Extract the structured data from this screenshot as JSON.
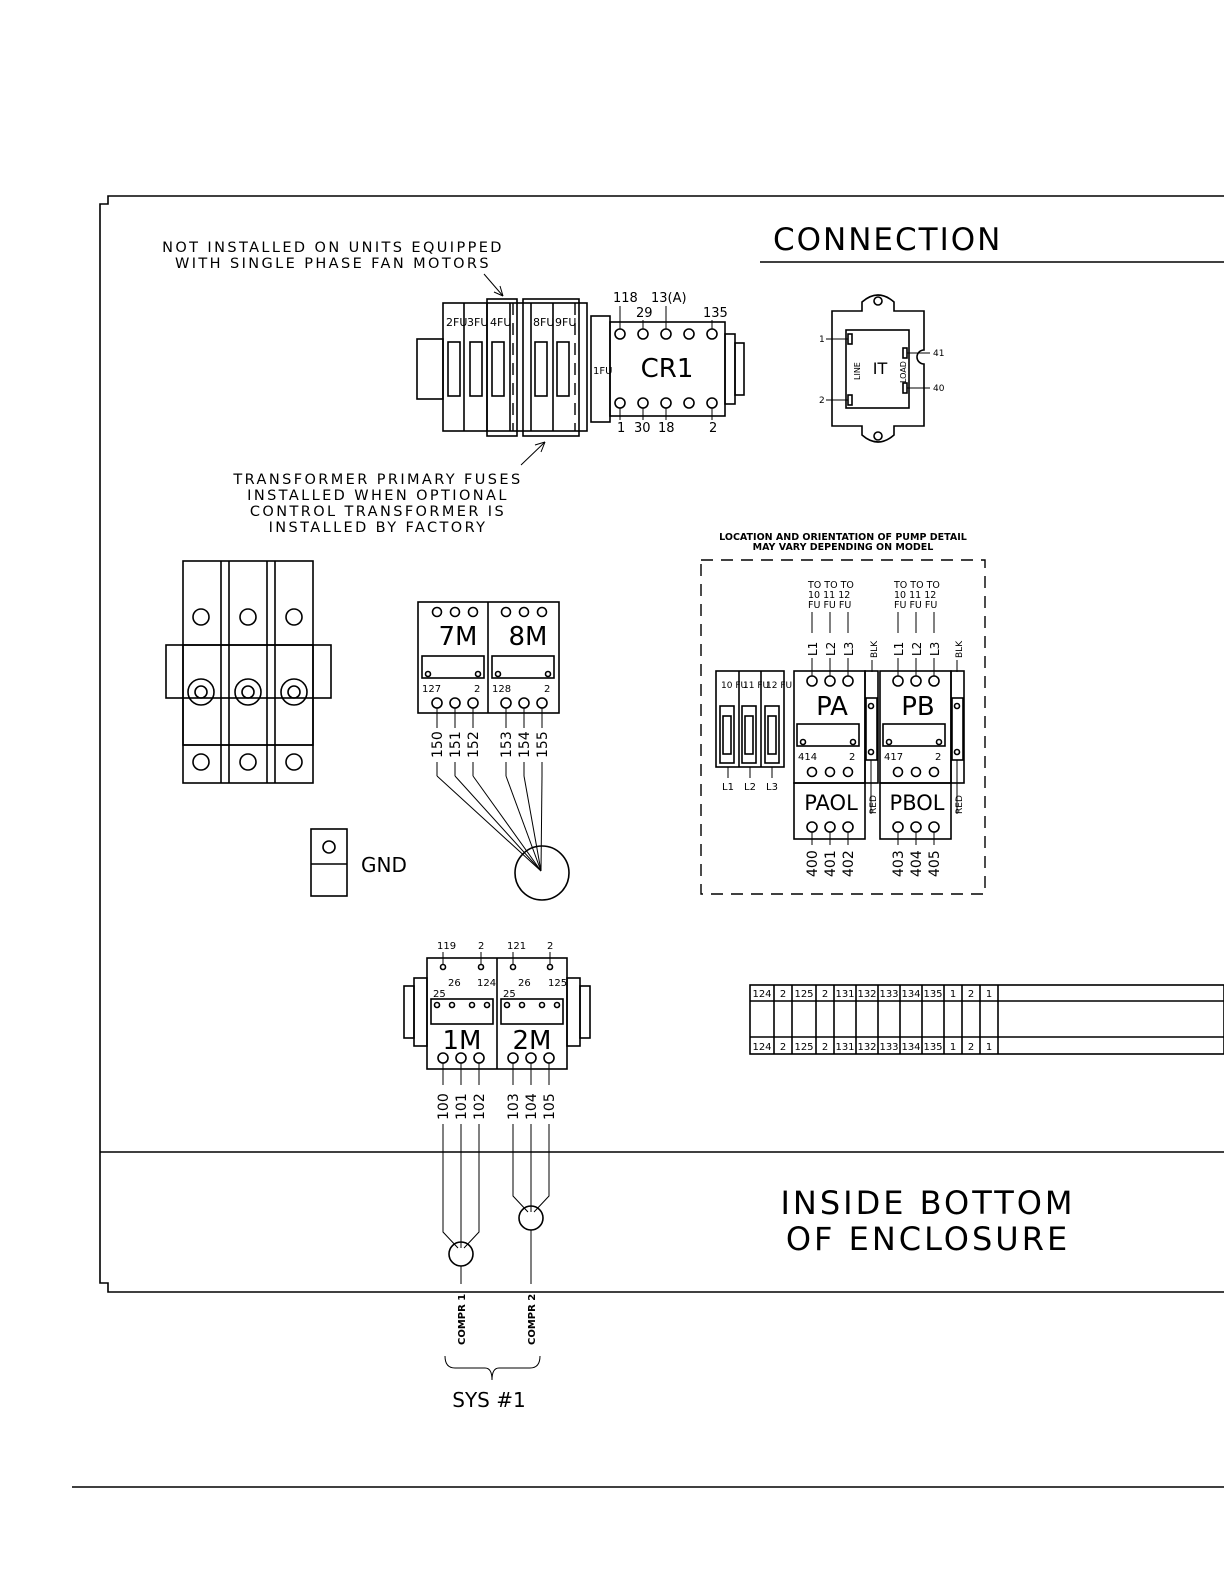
{
  "title": "CONNECTION",
  "note_top": [
    "NOT INSTALLED ON UNITS EQUIPPED",
    "WITH SINGLE PHASE FAN MOTORS"
  ],
  "note_fuses": [
    "TRANSFORMER PRIMARY FUSES",
    "INSTALLED WHEN OPTIONAL",
    "CONTROL TRANSFORMER IS",
    "INSTALLED BY FACTORY"
  ],
  "fuse_block": {
    "labels": [
      "2FU",
      "3FU",
      "4FU",
      "8FU",
      "9FU",
      "1FU"
    ]
  },
  "cr1": {
    "label": "CR1",
    "top_terminals": [
      "118",
      "29",
      "13(A)",
      "135"
    ],
    "bottom_terminals": [
      "1",
      "30",
      "18",
      "2"
    ]
  },
  "transformer": {
    "label": "IT",
    "line": "LINE",
    "load": "LOAD",
    "terminals": [
      "1",
      "2",
      "41",
      "40"
    ]
  },
  "contactors_7m8m": {
    "labels": [
      "7M",
      "8M"
    ],
    "aux": [
      "127",
      "2",
      "128",
      "2"
    ],
    "wires": [
      "150",
      "151",
      "152",
      "153",
      "154",
      "155"
    ]
  },
  "gnd": "GND",
  "pump_detail": {
    "note": [
      "LOCATION AND ORIENTATION OF PUMP DETAIL",
      "MAY VARY DEPENDING ON MODEL"
    ],
    "to_fu_a": [
      "TO TO TO",
      "10 11 12",
      "FU FU FU"
    ],
    "to_fu_b": [
      "TO TO TO",
      "10 11 12",
      "FU FU FU"
    ],
    "lines_a": [
      "L1",
      "L2",
      "L3"
    ],
    "lines_b": [
      "L1",
      "L2",
      "L3"
    ],
    "blk": "BLK",
    "red": "RED",
    "fuses": [
      "10 FU",
      "11 FU",
      "12 FU"
    ],
    "fuse_bottom": [
      "L1",
      "L2",
      "L3"
    ],
    "pa": "PA",
    "pb": "PB",
    "paol": "PAOL",
    "pbol": "PBOL",
    "pa_aux": [
      "414",
      "2"
    ],
    "pb_aux": [
      "417",
      "2"
    ],
    "wires_a": [
      "400",
      "401",
      "402"
    ],
    "wires_b": [
      "403",
      "404",
      "405"
    ]
  },
  "terminal_strip": [
    "124",
    "2",
    "125",
    "2",
    "131",
    "132",
    "133",
    "134",
    "135",
    "1",
    "2",
    "1"
  ],
  "compressor_contactors": {
    "labels": [
      "1M",
      "2M"
    ],
    "top_1m": [
      "119",
      "2"
    ],
    "top_2m": [
      "121",
      "2"
    ],
    "aux_1m": [
      "25",
      "26",
      "124"
    ],
    "aux_2m": [
      "25",
      "26",
      "125"
    ],
    "wires_1m": [
      "100",
      "101",
      "102"
    ],
    "wires_2m": [
      "103",
      "104",
      "105"
    ]
  },
  "inside_bottom": [
    "INSIDE BOTTOM",
    "OF ENCLOSURE"
  ],
  "compressors": [
    "COMPR 1",
    "COMPR 2"
  ],
  "sys": "SYS #1"
}
